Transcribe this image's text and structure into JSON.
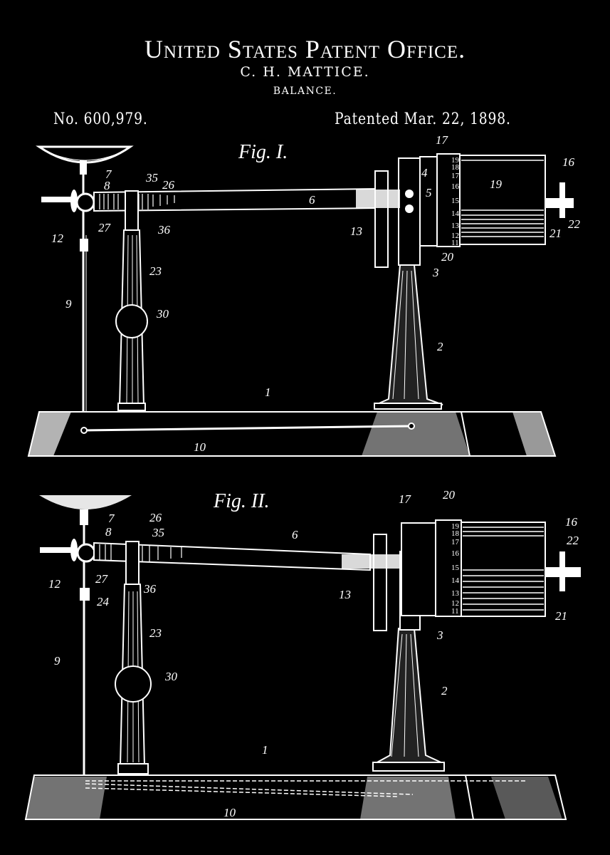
{
  "header": {
    "title": "United States Patent Office.",
    "inventor": "C. H. MATTICE.",
    "subject": "BALANCE.",
    "patent_number": "No. 600,979.",
    "patent_date": "Patented Mar. 22, 1898."
  },
  "figures": [
    {
      "title": "Fig. I.",
      "labels": [
        "1",
        "2",
        "3",
        "4",
        "5",
        "6",
        "7",
        "8",
        "9",
        "10",
        "12",
        "13",
        "16",
        "17",
        "19",
        "20",
        "21",
        "22",
        "23",
        "26",
        "27",
        "30",
        "35",
        "36"
      ],
      "scale_marks": [
        "19",
        "18",
        "17",
        "16",
        "15",
        "14",
        "13",
        "12",
        "11"
      ]
    },
    {
      "title": "Fig. II.",
      "labels": [
        "1",
        "2",
        "3",
        "6",
        "7",
        "8",
        "9",
        "10",
        "12",
        "13",
        "16",
        "17",
        "20",
        "21",
        "22",
        "23",
        "24",
        "26",
        "27",
        "30",
        "35",
        "36"
      ],
      "scale_marks": [
        "19",
        "18",
        "17",
        "16",
        "15",
        "14",
        "13",
        "12",
        "11"
      ]
    }
  ],
  "colors": {
    "background": "#000000",
    "ink": "#ffffff"
  }
}
